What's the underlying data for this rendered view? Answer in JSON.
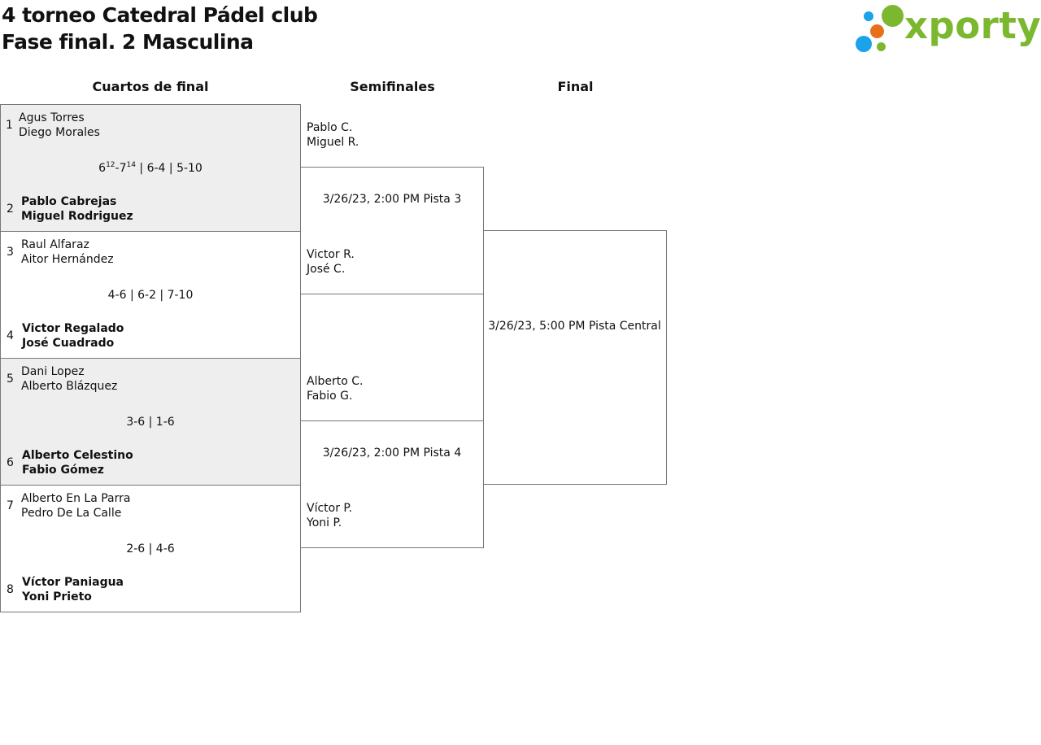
{
  "header": {
    "title": "4 torneo Catedral Pádel club",
    "subtitle": "Fase final. 2 Masculina"
  },
  "logo": {
    "text": "xporty",
    "colors": {
      "green": "#7cb82f",
      "blue": "#1aa3e8",
      "orange": "#e8701a"
    }
  },
  "columns": {
    "quarterfinals": "Cuartos de final",
    "semifinals": "Semifinales",
    "final": "Final"
  },
  "quarterfinals": [
    {
      "seed_top": "1",
      "top_player_1": "Agus Torres",
      "top_player_2": "Diego Morales",
      "seed_bottom": "2",
      "bottom_player_1": "Pablo Cabrejas",
      "bottom_player_2": "Miguel Rodriguez",
      "score": {
        "set1_a": "6",
        "set1_a_tb": "12",
        "set1_sep": "-",
        "set1_b": "7",
        "set1_b_tb": "14",
        "rest": " | 6-4 | 5-10"
      },
      "winner": "bottom"
    },
    {
      "seed_top": "3",
      "top_player_1": "Raul Alfaraz",
      "top_player_2": "Aitor Hernández",
      "seed_bottom": "4",
      "bottom_player_1": "Victor Regalado",
      "bottom_player_2": "José Cuadrado",
      "score_text": "4-6 | 6-2 | 7-10",
      "winner": "bottom"
    },
    {
      "seed_top": "5",
      "top_player_1": "Dani Lopez",
      "top_player_2": "Alberto Blázquez",
      "seed_bottom": "6",
      "bottom_player_1": "Alberto Celestino",
      "bottom_player_2": "Fabio Gómez",
      "score_text": "3-6 | 1-6",
      "winner": "bottom"
    },
    {
      "seed_top": "7",
      "top_player_1": "Alberto En La Parra",
      "top_player_2": "Pedro De La Calle",
      "seed_bottom": "8",
      "bottom_player_1": "Víctor Paniagua",
      "bottom_player_2": "Yoni Prieto",
      "score_text": "2-6 | 4-6",
      "winner": "bottom"
    }
  ],
  "semifinals": [
    {
      "top_player_1": "Pablo C.",
      "top_player_2": "Miguel R.",
      "bottom_player_1": "Victor R.",
      "bottom_player_2": "José C.",
      "match_info": "3/26/23, 2:00 PM Pista 3"
    },
    {
      "top_player_1": "Alberto C.",
      "top_player_2": "Fabio G.",
      "bottom_player_1": "Víctor P.",
      "bottom_player_2": "Yoni P.",
      "match_info": "3/26/23, 2:00 PM Pista 4"
    }
  ],
  "final": {
    "match_info": "3/26/23, 5:00 PM Pista Central"
  }
}
